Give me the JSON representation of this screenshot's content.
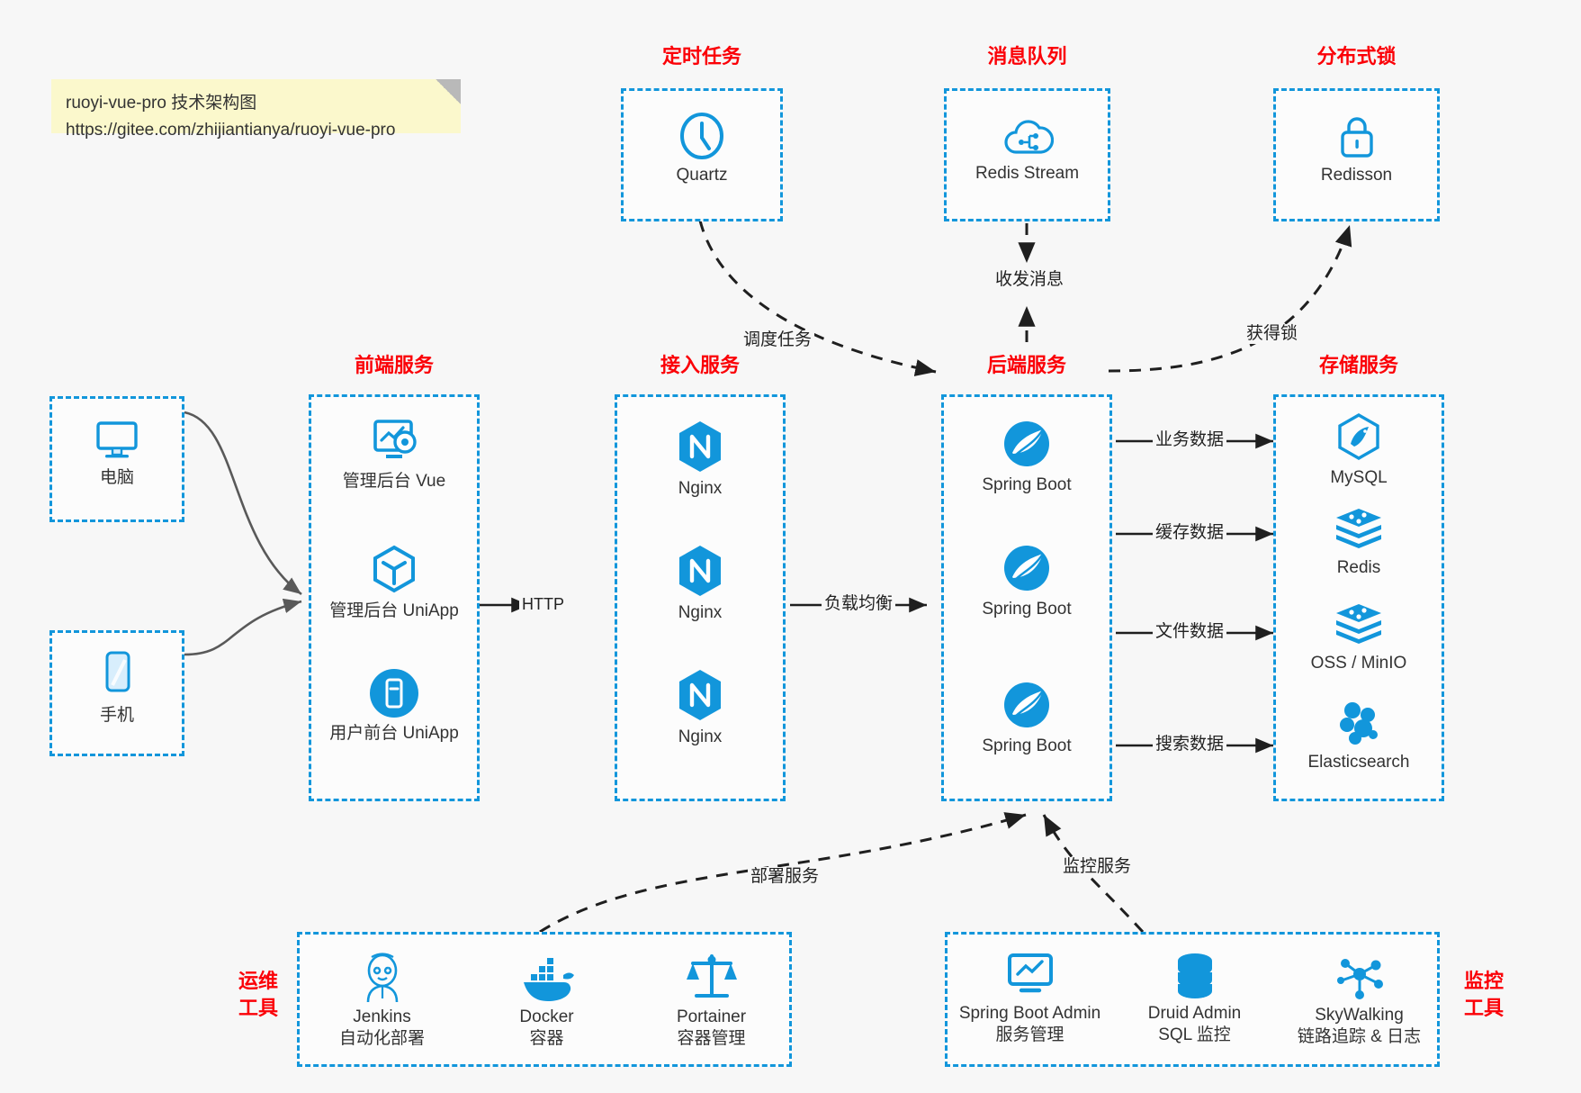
{
  "note": {
    "line1": "ruoyi-vue-pro 技术架构图",
    "line2": "https://gitee.com/zhijiantianya/ruoyi-vue-pro"
  },
  "colors": {
    "accent_blue": "#1296db",
    "title_red": "#fb0007",
    "note_yellow": "#fbf8cc",
    "arrow_gray": "#595959",
    "background": "#f7f7f7"
  },
  "groups": {
    "scheduled_task": {
      "title": "定时任务"
    },
    "message_queue": {
      "title": "消息队列"
    },
    "distributed_lock": {
      "title": "分布式锁"
    },
    "frontend": {
      "title": "前端服务"
    },
    "gateway": {
      "title": "接入服务"
    },
    "backend": {
      "title": "后端服务"
    },
    "storage": {
      "title": "存储服务"
    },
    "ops_tools": {
      "title_line1": "运维",
      "title_line2": "工具"
    },
    "monitor_tools": {
      "title_line1": "监控",
      "title_line2": "工具"
    }
  },
  "nodes": {
    "quartz": {
      "label": "Quartz",
      "icon": "clock-icon"
    },
    "redis_stream": {
      "label": "Redis Stream",
      "icon": "cloud-stream-icon"
    },
    "redisson": {
      "label": "Redisson",
      "icon": "lock-icon"
    },
    "computer": {
      "label": "电脑",
      "icon": "desktop-monitor-icon"
    },
    "phone": {
      "label": "手机",
      "icon": "mobile-phone-icon"
    },
    "admin_vue": {
      "label": "管理后台 Vue",
      "icon": "dashboard-screen-icon"
    },
    "admin_uniapp": {
      "label": "管理后台 UniApp",
      "icon": "cube-icon"
    },
    "user_uniapp": {
      "label": "用户前台 UniApp",
      "icon": "app-window-icon"
    },
    "nginx1": {
      "label": "Nginx",
      "icon": "nginx-icon"
    },
    "nginx2": {
      "label": "Nginx",
      "icon": "nginx-icon"
    },
    "nginx3": {
      "label": "Nginx",
      "icon": "nginx-icon"
    },
    "springboot1": {
      "label": "Spring Boot",
      "icon": "spring-leaf-icon"
    },
    "springboot2": {
      "label": "Spring Boot",
      "icon": "spring-leaf-icon"
    },
    "springboot3": {
      "label": "Spring Boot",
      "icon": "spring-leaf-icon"
    },
    "mysql": {
      "label": "MySQL",
      "icon": "mysql-dolphin-icon"
    },
    "redis": {
      "label": "Redis",
      "icon": "redis-stack-icon"
    },
    "oss_minio": {
      "label": "OSS / MinIO",
      "icon": "redis-stack-icon"
    },
    "elasticsearch": {
      "label": "Elasticsearch",
      "icon": "elasticsearch-icon"
    },
    "jenkins": {
      "label": "Jenkins",
      "sublabel": "自动化部署",
      "icon": "jenkins-butler-icon"
    },
    "docker": {
      "label": "Docker",
      "sublabel": "容器",
      "icon": "docker-whale-icon"
    },
    "portainer": {
      "label": "Portainer",
      "sublabel": "容器管理",
      "icon": "portainer-scale-icon"
    },
    "springboot_admin": {
      "label": "Spring Boot Admin",
      "sublabel": "服务管理",
      "icon": "monitor-chart-icon"
    },
    "druid_admin": {
      "label": "Druid Admin",
      "sublabel": "SQL 监控",
      "icon": "database-icon"
    },
    "skywalking": {
      "label": "SkyWalking",
      "sublabel": "链路追踪 & 日志",
      "icon": "skywalking-node-icon"
    }
  },
  "edges": {
    "http": "HTTP",
    "load_balance": "负载均衡",
    "schedule_task": "调度任务",
    "send_receive_message": "收发消息",
    "acquire_lock": "获得锁",
    "business_data": "业务数据",
    "cache_data": "缓存数据",
    "file_data": "文件数据",
    "search_data": "搜索数据",
    "deploy_service": "部署服务",
    "monitor_service": "监控服务"
  }
}
